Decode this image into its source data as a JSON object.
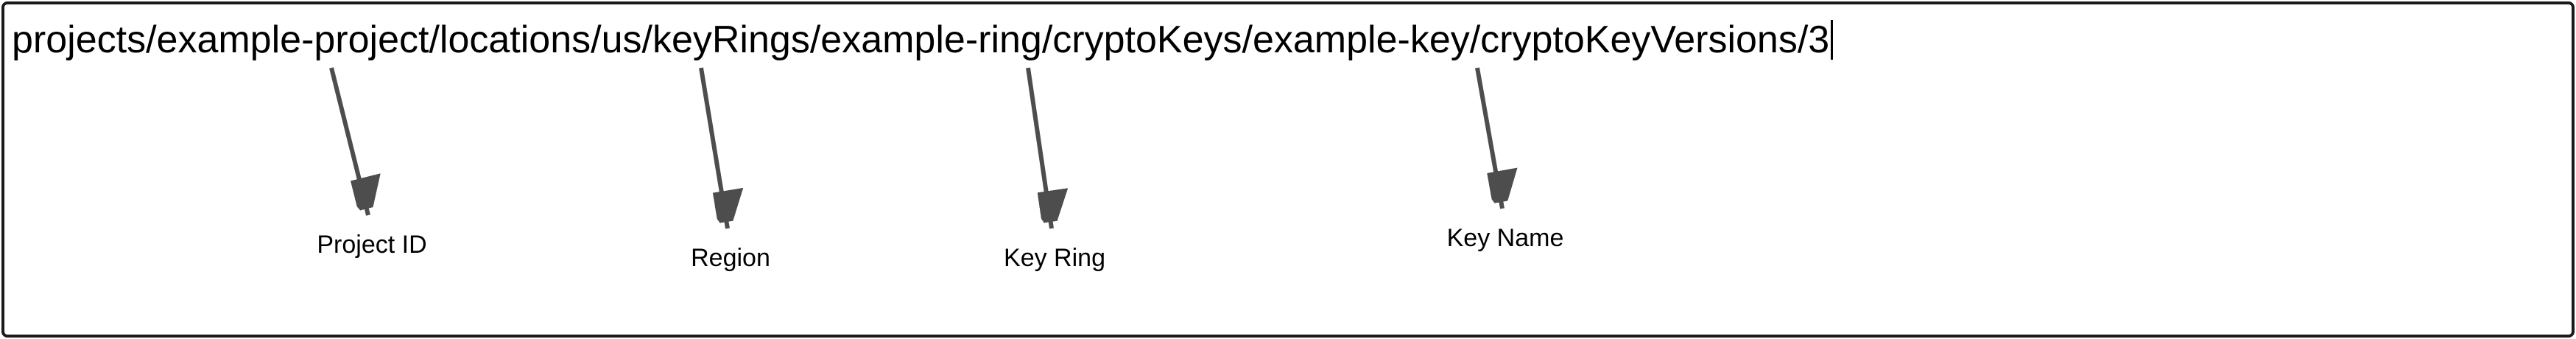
{
  "diagram": {
    "resource_path": "projects/example-project/locations/us/keyRings/example-ring/cryptoKeys/example-key/cryptoKeyVersions/3",
    "annotations": [
      {
        "label": "Project ID",
        "points_to": "example-project"
      },
      {
        "label": "Region",
        "points_to": "us"
      },
      {
        "label": "Key Ring",
        "points_to": "example-ring"
      },
      {
        "label": "Key Name",
        "points_to": "example-key"
      }
    ],
    "colors": {
      "background": "#ffffff",
      "border": "#1a1a1a",
      "text": "#000000",
      "arrow": "#4d4d4d"
    }
  }
}
